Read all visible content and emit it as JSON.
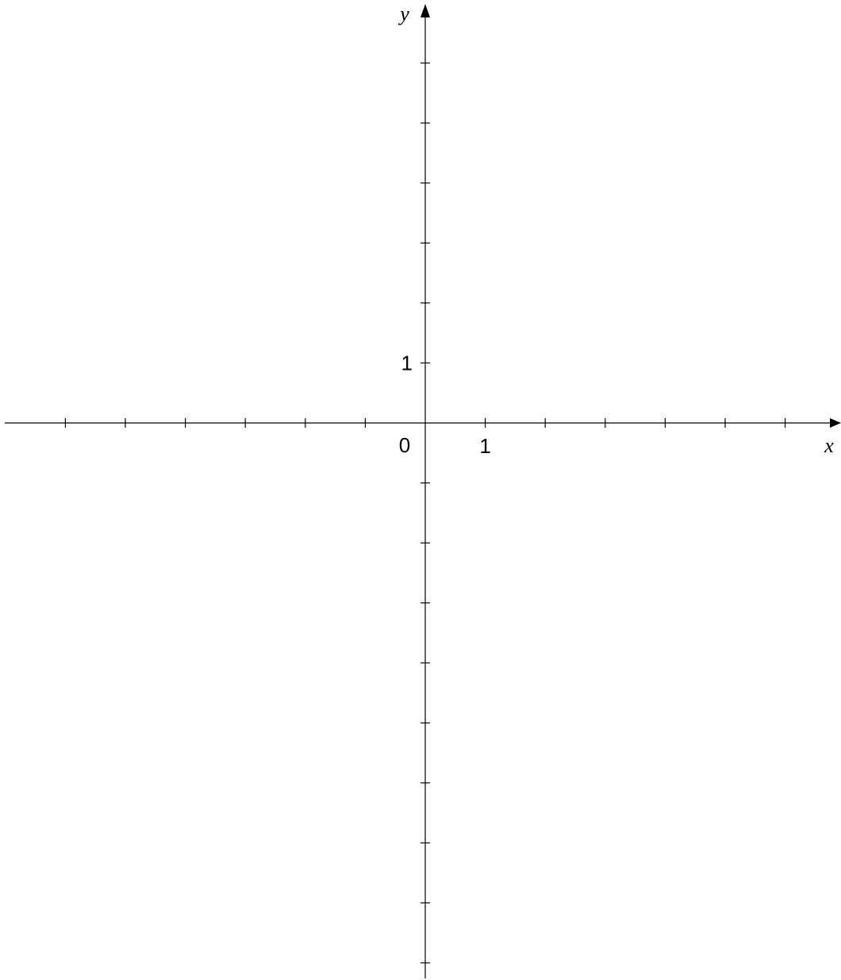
{
  "diagram": {
    "type": "coordinate-plane",
    "x_axis": {
      "label": "x",
      "range": [
        -7,
        7
      ],
      "ticks": [
        -6,
        -5,
        -4,
        -3,
        -2,
        -1,
        1,
        2,
        3,
        4,
        5,
        6
      ],
      "tick_labels": [
        {
          "value": 1,
          "text": "1"
        }
      ]
    },
    "y_axis": {
      "label": "y",
      "range": [
        -9,
        7
      ],
      "ticks": [
        -9,
        -8,
        -7,
        -6,
        -5,
        -4,
        -3,
        -2,
        -1,
        1,
        2,
        3,
        4,
        5,
        6
      ],
      "tick_labels": [
        {
          "value": 1,
          "text": "1"
        }
      ]
    },
    "origin_label": "0",
    "colors": {
      "axis": "#000000",
      "background": "#ffffff"
    }
  }
}
